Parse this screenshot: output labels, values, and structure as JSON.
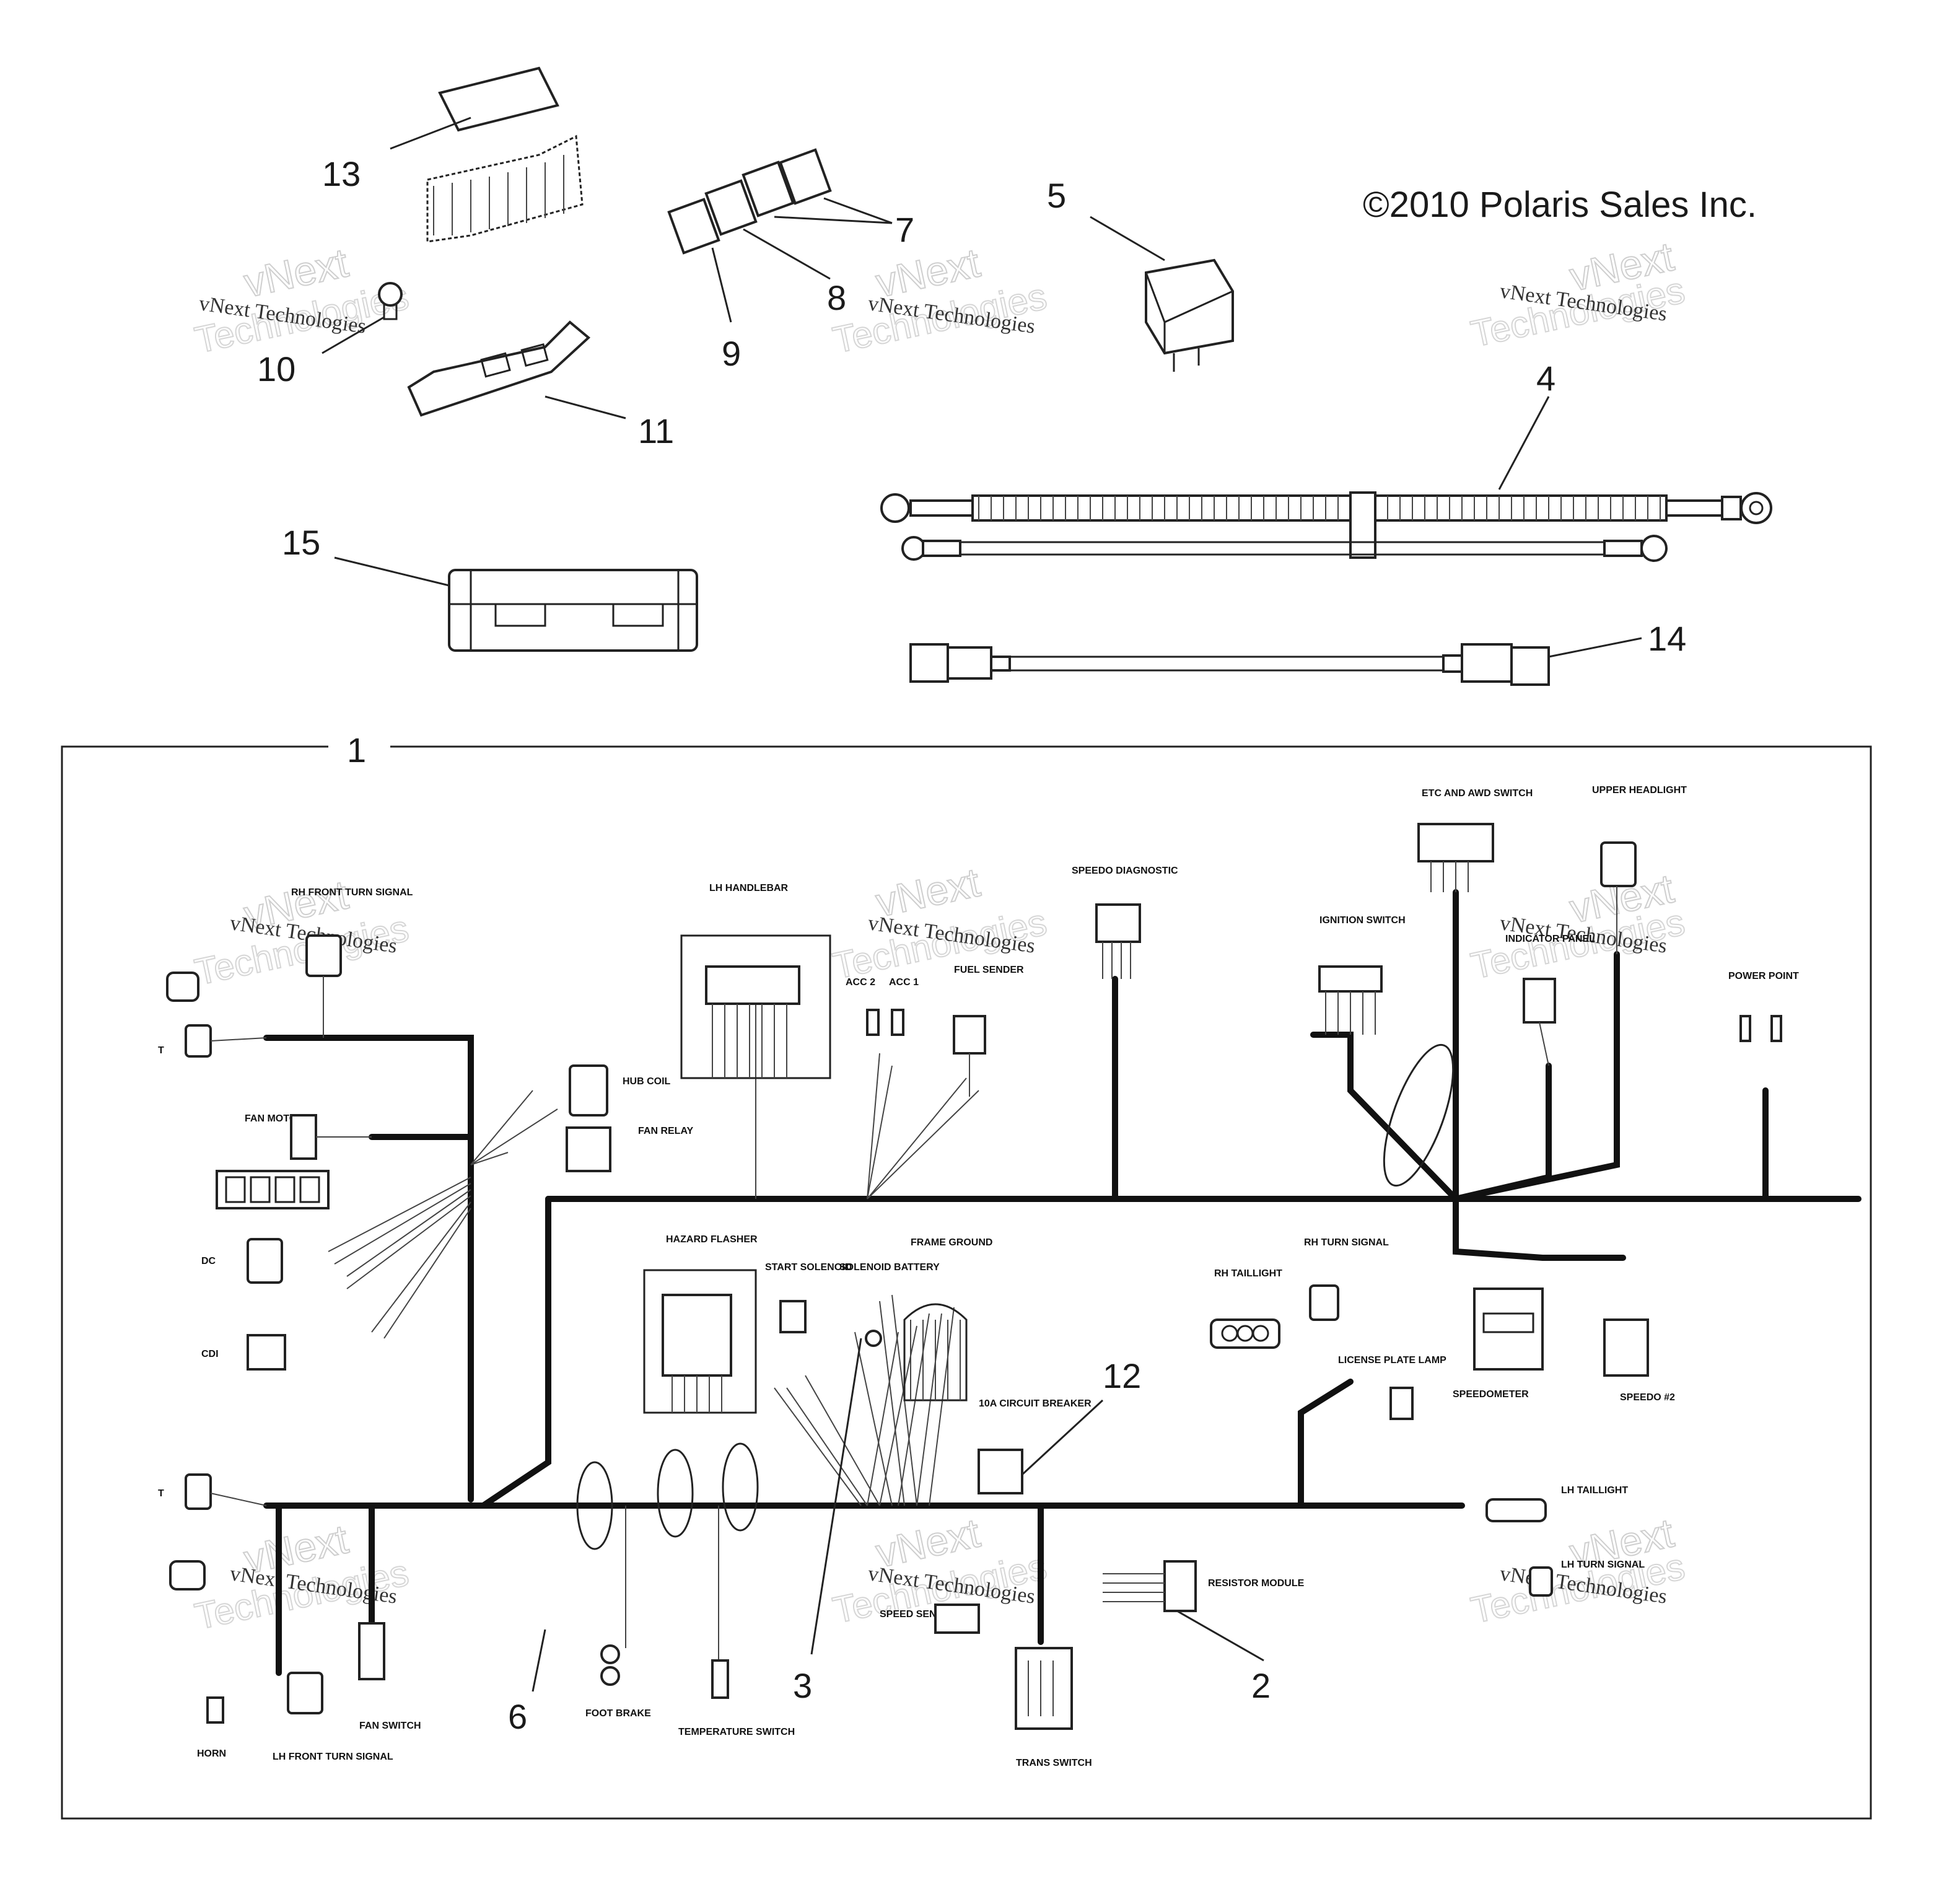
{
  "copyright": "©2010 Polaris Sales Inc.",
  "watermark": {
    "line1": "vNext Technologies",
    "line2": "vNext",
    "line3": "Technologies"
  },
  "callouts": {
    "c1": "1",
    "c2": "2",
    "c3": "3",
    "c4": "4",
    "c5": "5",
    "c6": "6",
    "c7": "7",
    "c8": "8",
    "c9": "9",
    "c10": "10",
    "c11": "11",
    "c12": "12",
    "c13": "13",
    "c14": "14",
    "c15": "15"
  },
  "labels": {
    "rh_front_turn_signal": "RH FRONT TURN SIGNAL",
    "lh_handlebar": "LH HANDLEBAR",
    "speedo_diagnostic": "SPEEDO DIAGNOSTIC",
    "etc_awd_switch": "ETC AND AWD SWITCH",
    "upper_headlight": "UPPER HEADLIGHT",
    "ignition_switch": "IGNITION SWITCH",
    "indicator_panel": "INDICATOR PANEL",
    "power_point": "POWER POINT",
    "fuel_sender": "FUEL SENDER",
    "acc_2": "ACC 2",
    "acc_1": "ACC 1",
    "hub_coil": "HUB COIL",
    "fan_relay": "FAN RELAY",
    "fan_motor": "FAN MOTOR",
    "dc": "DC",
    "cdi": "CDI",
    "hazard_flasher": "HAZARD FLASHER",
    "start_solenoid": "START SOLENOID",
    "solenoid_battery": "SOLENOID BATTERY",
    "frame_ground": "FRAME GROUND",
    "rh_taillight": "RH TAILLIGHT",
    "rh_turn_signal": "RH TURN SIGNAL",
    "speedometer": "SPEEDOMETER",
    "speedo_2": "SPEEDO #2",
    "license_plate_lamp": "LICENSE PLATE LAMP",
    "circuit_breaker": "10A CIRCUIT BREAKER",
    "lh_taillight": "LH TAILLIGHT",
    "lh_turn_signal": "LH TURN SIGNAL",
    "resistor_module": "RESISTOR MODULE",
    "speed_sensor": "SPEED SENSOR",
    "trans_switch": "TRANS SWITCH",
    "temperature_switch": "TEMPERATURE SWITCH",
    "foot_brake": "FOOT BRAKE",
    "horn": "HORN",
    "lh_front_turn_signal": "LH FRONT TURN SIGNAL",
    "fan_switch": "FAN SWITCH",
    "t_upper": "T",
    "t_lower": "T"
  }
}
